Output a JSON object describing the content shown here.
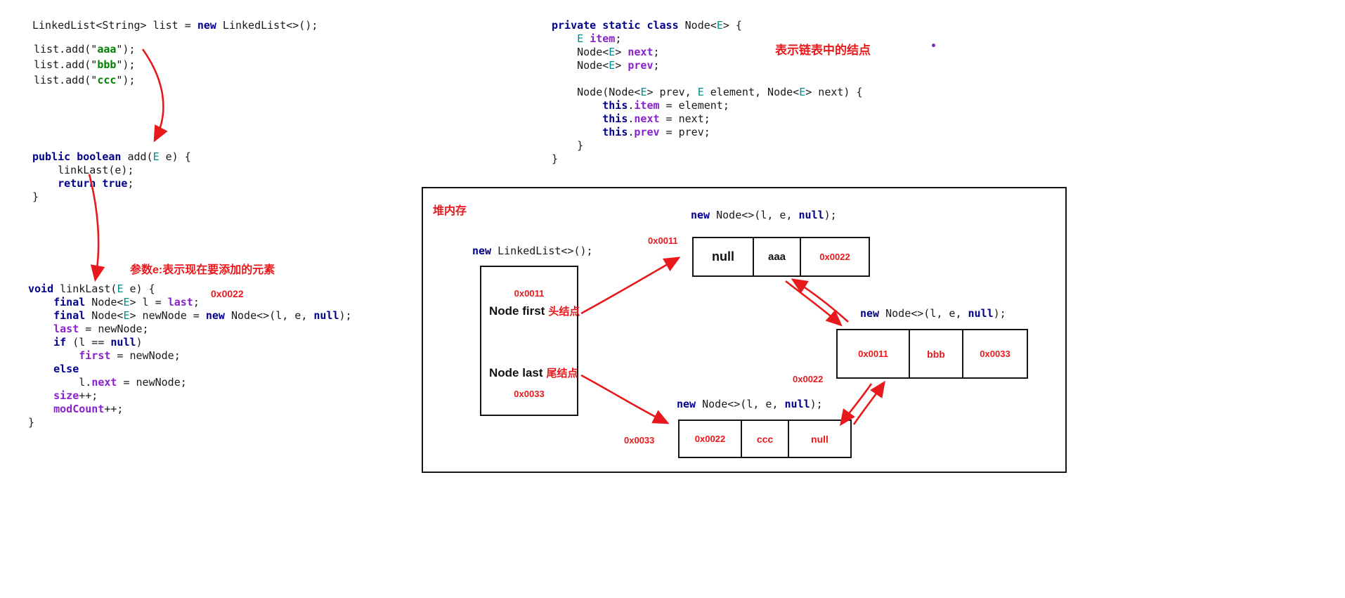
{
  "colors": {
    "keyword": "#00008B",
    "string": "#008000",
    "field": "#8A22CC",
    "typeparam": "#008C8C",
    "red": "#E8191D",
    "code": "#1A1A1A",
    "border": "#141414",
    "dot": "#7B2FBE"
  },
  "left": {
    "declaration": [
      [
        [
          "p",
          "LinkedList<String> list = "
        ],
        [
          "k",
          "new"
        ],
        [
          "p",
          " LinkedList<>();"
        ]
      ]
    ],
    "add_calls": [
      [
        [
          "p",
          "list.add(\""
        ],
        [
          "s",
          "aaa"
        ],
        [
          "p",
          "\");"
        ]
      ],
      [
        [
          "p",
          "list.add(\""
        ],
        [
          "s",
          "bbb"
        ],
        [
          "p",
          "\");"
        ]
      ],
      [
        [
          "p",
          "list.add(\""
        ],
        [
          "s",
          "ccc"
        ],
        [
          "p",
          "\");"
        ]
      ]
    ],
    "add_method": [
      [
        [
          "k",
          "public boolean"
        ],
        [
          "p",
          " add("
        ],
        [
          "e",
          "E"
        ],
        [
          "p",
          " e) {"
        ]
      ],
      [
        [
          "p",
          "    linkLast(e);"
        ]
      ],
      [
        [
          "p",
          "    "
        ],
        [
          "k",
          "return true"
        ],
        [
          "p",
          ";"
        ]
      ],
      [
        [
          "p",
          "}"
        ]
      ]
    ],
    "param_note": "参数e:表示现在要添加的元素",
    "addr_note": "0x0022",
    "linklast_method": [
      [
        [
          "k",
          "void"
        ],
        [
          "p",
          " linkLast("
        ],
        [
          "e",
          "E"
        ],
        [
          "p",
          " e) {"
        ]
      ],
      [
        [
          "p",
          "    "
        ],
        [
          "k",
          "final"
        ],
        [
          "p",
          " Node<"
        ],
        [
          "e",
          "E"
        ],
        [
          "p",
          "> l = "
        ],
        [
          "f",
          "last"
        ],
        [
          "p",
          ";"
        ]
      ],
      [
        [
          "p",
          "    "
        ],
        [
          "k",
          "final"
        ],
        [
          "p",
          " Node<"
        ],
        [
          "e",
          "E"
        ],
        [
          "p",
          "> newNode = "
        ],
        [
          "k",
          "new"
        ],
        [
          "p",
          " Node<>(l, e, "
        ],
        [
          "k",
          "null"
        ],
        [
          "p",
          ");"
        ]
      ],
      [
        [
          "p",
          "    "
        ],
        [
          "f",
          "last"
        ],
        [
          "p",
          " = newNode;"
        ]
      ],
      [
        [
          "p",
          "    "
        ],
        [
          "k",
          "if"
        ],
        [
          "p",
          " (l == "
        ],
        [
          "k",
          "null"
        ],
        [
          "p",
          ")"
        ]
      ],
      [
        [
          "p",
          "        "
        ],
        [
          "f",
          "first"
        ],
        [
          "p",
          " = newNode;"
        ]
      ],
      [
        [
          "p",
          "    "
        ],
        [
          "k",
          "else"
        ]
      ],
      [
        [
          "p",
          "        l."
        ],
        [
          "f",
          "next"
        ],
        [
          "p",
          " = newNode;"
        ]
      ],
      [
        [
          "p",
          "    "
        ],
        [
          "f",
          "size"
        ],
        [
          "p",
          "++;"
        ]
      ],
      [
        [
          "p",
          "    "
        ],
        [
          "f",
          "modCount"
        ],
        [
          "p",
          "++;"
        ]
      ],
      [
        [
          "p",
          "}"
        ]
      ]
    ]
  },
  "node_class": {
    "note": "表示链表中的结点",
    "code": [
      [
        [
          "k",
          "private static class"
        ],
        [
          "p",
          " Node<"
        ],
        [
          "e",
          "E"
        ],
        [
          "p",
          "> {"
        ]
      ],
      [
        [
          "p",
          "    "
        ],
        [
          "e",
          "E"
        ],
        [
          "p",
          " "
        ],
        [
          "f",
          "item"
        ],
        [
          "p",
          ";"
        ]
      ],
      [
        [
          "p",
          "    Node<"
        ],
        [
          "e",
          "E"
        ],
        [
          "p",
          "> "
        ],
        [
          "f",
          "next"
        ],
        [
          "p",
          ";"
        ]
      ],
      [
        [
          "p",
          "    Node<"
        ],
        [
          "e",
          "E"
        ],
        [
          "p",
          "> "
        ],
        [
          "f",
          "prev"
        ],
        [
          "p",
          ";"
        ]
      ],
      [
        [
          "p",
          ""
        ]
      ],
      [
        [
          "p",
          "    Node(Node<"
        ],
        [
          "e",
          "E"
        ],
        [
          "p",
          "> prev, "
        ],
        [
          "e",
          "E"
        ],
        [
          "p",
          " element, Node<"
        ],
        [
          "e",
          "E"
        ],
        [
          "p",
          "> next) {"
        ]
      ],
      [
        [
          "p",
          "        "
        ],
        [
          "k",
          "this"
        ],
        [
          "p",
          "."
        ],
        [
          "f",
          "item"
        ],
        [
          "p",
          " = element;"
        ]
      ],
      [
        [
          "p",
          "        "
        ],
        [
          "k",
          "this"
        ],
        [
          "p",
          "."
        ],
        [
          "f",
          "next"
        ],
        [
          "p",
          " = next;"
        ]
      ],
      [
        [
          "p",
          "        "
        ],
        [
          "k",
          "this"
        ],
        [
          "p",
          "."
        ],
        [
          "f",
          "prev"
        ],
        [
          "p",
          " = prev;"
        ]
      ],
      [
        [
          "p",
          "    }"
        ]
      ],
      [
        [
          "p",
          "}"
        ]
      ]
    ]
  },
  "heap": {
    "title": "堆内存",
    "list_object": {
      "new_label": [
        [
          [
            "k",
            "new"
          ],
          [
            "p",
            " LinkedList<>();"
          ]
        ]
      ],
      "addr_first": "0x0011",
      "first_label": "Node first",
      "first_note": "头结点",
      "last_label": "Node last",
      "last_note": "尾结点",
      "addr_last": "0x0033"
    },
    "nodes": [
      {
        "new_label": [
          [
            [
              "k",
              "new"
            ],
            [
              "p",
              " Node<>(l, e, "
            ],
            [
              "k",
              "null"
            ],
            [
              "p",
              ");"
            ]
          ]
        ],
        "outside_addr": "0x0011",
        "cells": [
          "null",
          "aaa",
          "0x0022"
        ]
      },
      {
        "new_label": [
          [
            [
              "k",
              "new"
            ],
            [
              "p",
              " Node<>(l, e, "
            ],
            [
              "k",
              "null"
            ],
            [
              "p",
              ");"
            ]
          ]
        ],
        "outside_addr": "0x0022",
        "cells": [
          "0x0011",
          "bbb",
          "0x0033"
        ]
      },
      {
        "new_label": [
          [
            [
              "k",
              "new"
            ],
            [
              "p",
              " Node<>(l, e, "
            ],
            [
              "k",
              "null"
            ],
            [
              "p",
              ");"
            ]
          ]
        ],
        "outside_addr": "0x0033",
        "cells": [
          "0x0022",
          "ccc",
          "null"
        ]
      }
    ]
  }
}
